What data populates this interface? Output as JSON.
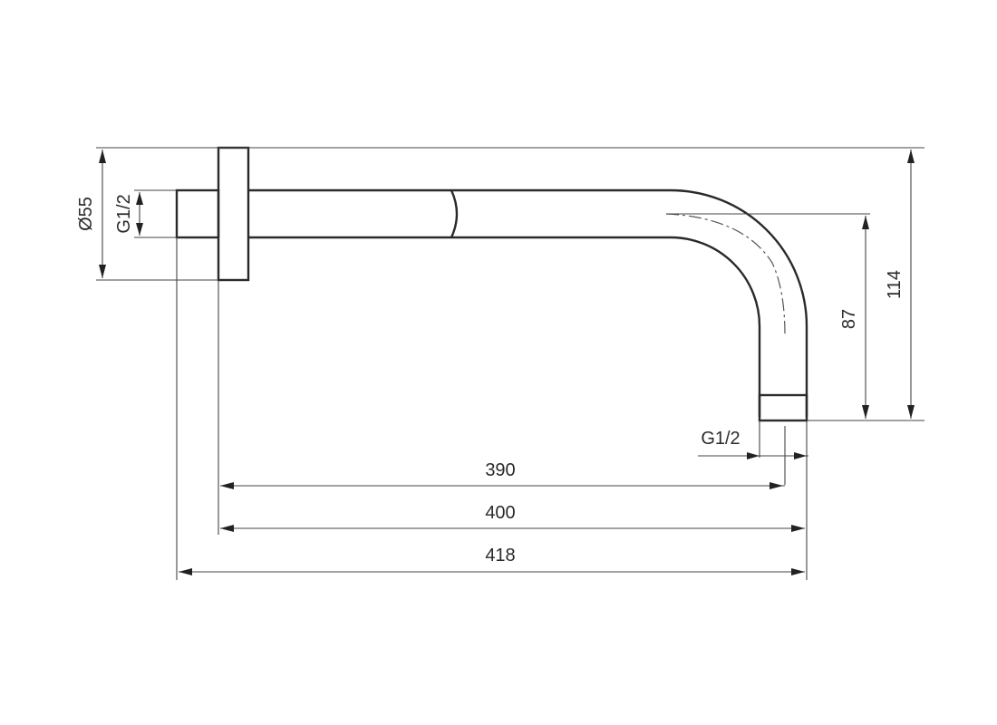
{
  "drawing": {
    "subject": "shower arm technical drawing",
    "units": "mm",
    "dimensions": {
      "flange_diameter": "Ø55",
      "inlet_thread": "G1/2",
      "outlet_thread": "G1/2",
      "drop_height_inner": "87",
      "total_height": "114",
      "reach_to_outlet_axis": "390",
      "reach_to_outlet_edge": "400",
      "total_length": "418"
    },
    "colors": {
      "line": "#2a2a2a",
      "background": "#ffffff"
    }
  }
}
